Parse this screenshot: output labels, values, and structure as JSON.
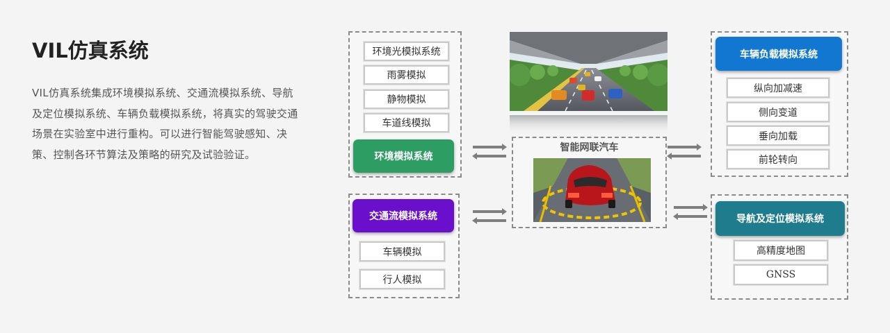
{
  "title": "VIL仿真系统",
  "description": "VIL仿真系统集成环境模拟系统、交通流模拟系统、导航及定位模拟系统、车辆负载模拟系统，将真实的驾驶交通场景在实验室中进行重构。可以进行智能驾驶感知、决策、控制各环节算法及策略的研究及试验验证。",
  "environment": {
    "header": "环境模拟系统",
    "color": "#2e9d63",
    "items": [
      "环境光模拟系统",
      "雨雾模拟",
      "静物模拟",
      "车道线模拟"
    ]
  },
  "traffic": {
    "header": "交通流模拟系统",
    "color": "#6a10cc",
    "items": [
      "车辆模拟",
      "行人模拟"
    ]
  },
  "center": {
    "label": "智能网联汽车"
  },
  "vehicle_load": {
    "header": "车辆负载模拟系统",
    "color": "#1277d0",
    "items": [
      "纵向加减速",
      "侧向变道",
      "垂向加载",
      "前轮转向"
    ]
  },
  "navigation": {
    "header": "导航及定位模拟系统",
    "color": "#1e7c8c",
    "items": [
      "高精度地图",
      "GNSS"
    ]
  }
}
